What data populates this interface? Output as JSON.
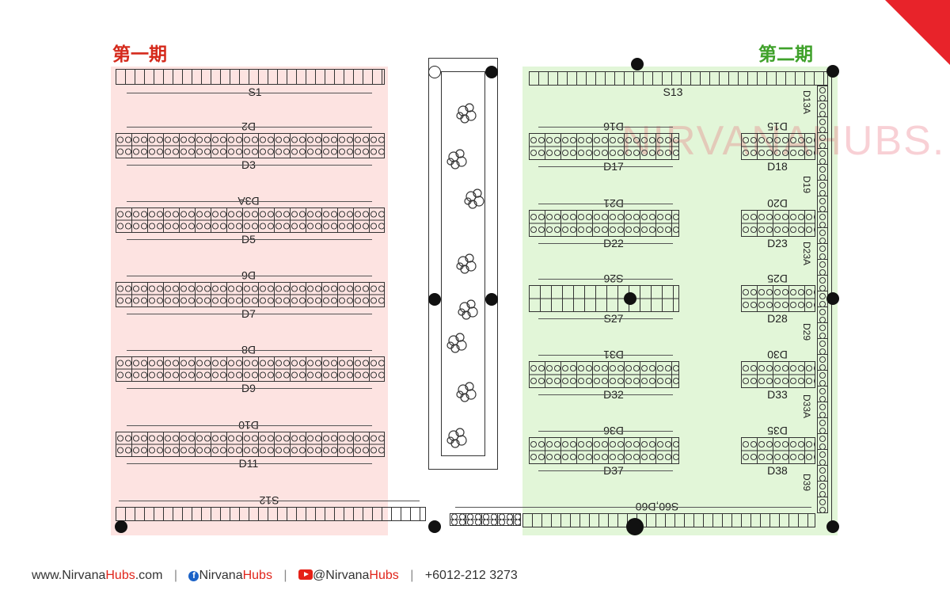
{
  "phases": [
    {
      "title": "第一期",
      "color": "#d52a1c",
      "bg": "#fde3e1"
    },
    {
      "title": "第二期",
      "color": "#3fa12a",
      "bg": "#e2f6d8"
    }
  ],
  "left_rows": [
    {
      "top": "S1",
      "bottom": null,
      "kind": "single"
    },
    {
      "top": "D2",
      "bottom": "D3",
      "kind": "double"
    },
    {
      "top": "D3A",
      "bottom": "D5",
      "kind": "double"
    },
    {
      "top": "D6",
      "bottom": "D7",
      "kind": "double"
    },
    {
      "top": "D8",
      "bottom": "D9",
      "kind": "double"
    },
    {
      "top": "D10",
      "bottom": "D11",
      "kind": "double"
    }
  ],
  "bottom_left": "S12",
  "bottom_right": "S60,D60",
  "right_top": "S13",
  "mid_rows": [
    {
      "top": "D16",
      "bottom": "D17"
    },
    {
      "top": "D21",
      "bottom": "D22"
    },
    {
      "top": "S26",
      "bottom": "S27"
    },
    {
      "top": "D31",
      "bottom": "D32"
    },
    {
      "top": "D36",
      "bottom": "D37"
    }
  ],
  "short_rows": [
    {
      "top": "D15",
      "bottom": "D18"
    },
    {
      "top": "D20",
      "bottom": "D23"
    },
    {
      "top": "D25",
      "bottom": "D28"
    },
    {
      "top": "D30",
      "bottom": "D33"
    },
    {
      "top": "D35",
      "bottom": "D38"
    }
  ],
  "vertical_labels": [
    "D13A",
    "D19",
    "D23A",
    "D29",
    "D33A",
    "D39"
  ],
  "watermark": "NIRVANAHUBS.",
  "footer": {
    "site_pre": "www.Nirvana",
    "site_accent": "Hubs",
    "site_post": ".com",
    "fb_pre": "Nirvana",
    "fb_accent": "Hubs",
    "yt_pre": "@Nirvana",
    "yt_accent": "Hubs",
    "phone": "+6012-212 3273"
  },
  "colors": {
    "accent": "#e8232a",
    "footer_text": "#333333"
  }
}
